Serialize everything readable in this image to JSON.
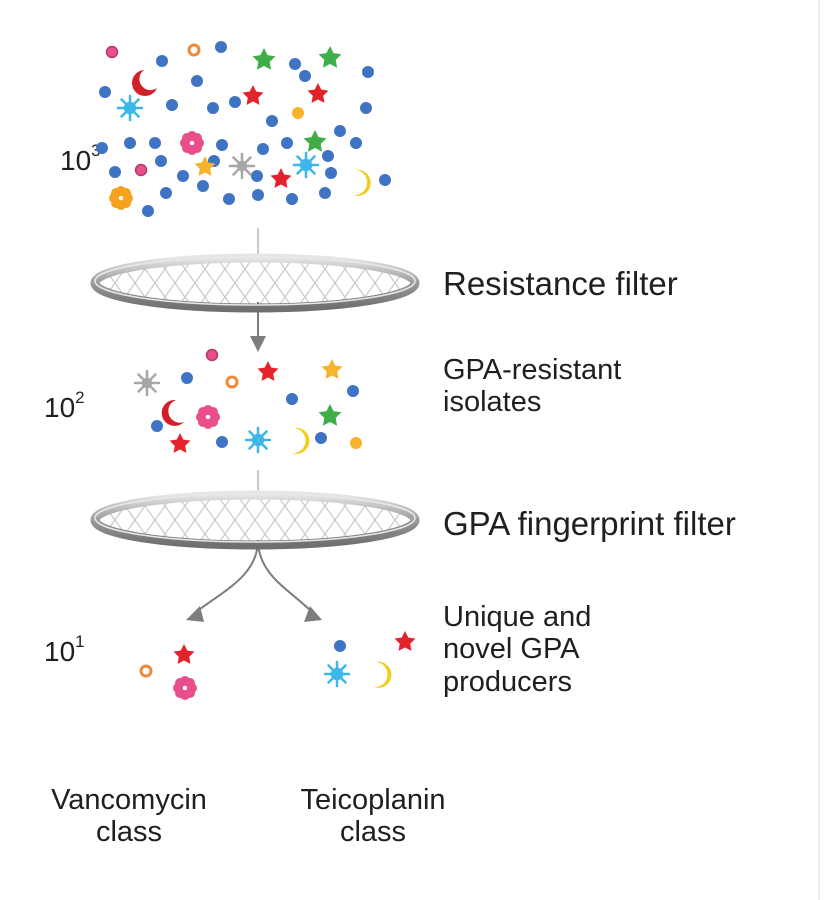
{
  "stages": {
    "stage1": {
      "base": "10",
      "exp": "3"
    },
    "stage2": {
      "base": "10",
      "exp": "2"
    },
    "stage3": {
      "base": "10",
      "exp": "1"
    }
  },
  "filters": {
    "resistance": "Resistance filter",
    "fingerprint": "GPA fingerprint filter"
  },
  "labels": {
    "resistant_line1": "GPA-resistant",
    "resistant_line2": "isolates",
    "unique_line1": "Unique and",
    "unique_line2": "novel GPA",
    "unique_line3": "producers"
  },
  "classes": {
    "vanco_line1": "Vancomycin",
    "vanco_line2": "class",
    "teico_line1": "Teicoplanin",
    "teico_line2": "class"
  },
  "colors": {
    "blue_dot": "#3f73c4",
    "red_star": "#e3232b",
    "green_star": "#3fae49",
    "yellow_star": "#f7b32b",
    "pink_flower": "#e94f8a",
    "cyan_burst": "#3db6e8",
    "gray_burst": "#a7a7a7",
    "moon_red": "#d0202a",
    "moon_yellow": "#f2cc1f",
    "orange_ring": "#ef8a3a",
    "filter_gray": "#8f8f8f",
    "arrow_gray": "#7d7d7d"
  }
}
